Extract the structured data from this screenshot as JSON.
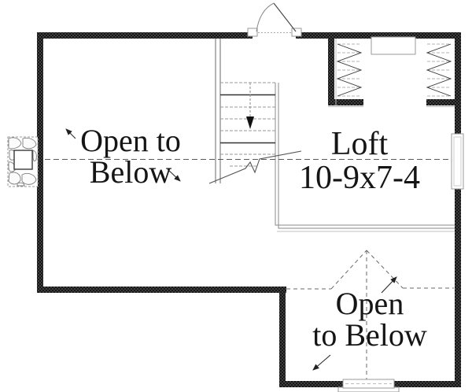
{
  "plan": {
    "type": "floor-plan-second-level",
    "rooms": [
      {
        "id": "open-to-below-left",
        "line1": "Open to",
        "line2": "Below"
      },
      {
        "id": "loft",
        "line1": "Loft",
        "line2": "10-9x7-4"
      },
      {
        "id": "open-to-below-bottom",
        "line1": "Open",
        "line2": "to Below"
      }
    ],
    "loft_dimensions": "10-9x7-4",
    "stairs_direction": "down",
    "features": [
      "fireplace-chimney",
      "stairs",
      "closet-with-hanging-rods-and-shelf",
      "entry-door",
      "window-right",
      "window-bottom"
    ],
    "colors": {
      "wall": "#1b1b1b",
      "wall_dot": "#3c3c3c",
      "thin_line": "#888888",
      "dash_line": "#5a5a5a",
      "text": "#151515",
      "background": "#ffffff"
    }
  }
}
